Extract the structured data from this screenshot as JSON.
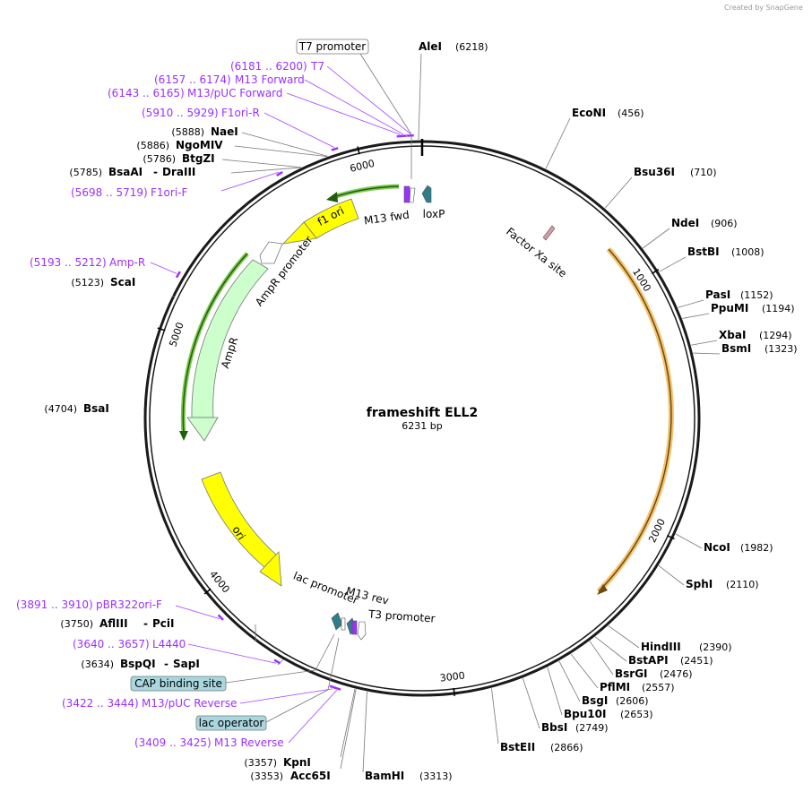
{
  "credit": "Created by SnapGene",
  "plasmid": {
    "name": "frameshift ELL2",
    "size_label": "6231 bp",
    "total_bp": 6231
  },
  "ticks": [
    {
      "bp": 1000,
      "label": "1000"
    },
    {
      "bp": 2000,
      "label": "2000"
    },
    {
      "bp": 3000,
      "label": "3000"
    },
    {
      "bp": 4000,
      "label": "4000"
    },
    {
      "bp": 5000,
      "label": "5000"
    },
    {
      "bp": 6000,
      "label": "6000"
    }
  ],
  "sites_right": [
    {
      "name": "AleI",
      "pos": "(6218)",
      "bp": 6218
    },
    {
      "name": "EcoNI",
      "pos": "(456)",
      "bp": 456
    },
    {
      "name": "Bsu36I",
      "pos": "(710)",
      "bp": 710
    },
    {
      "name": "NdeI",
      "pos": "(906)",
      "bp": 906
    },
    {
      "name": "BstBI",
      "pos": "(1008)",
      "bp": 1008
    },
    {
      "name": "PasI",
      "pos": "(1152)",
      "bp": 1152
    },
    {
      "name": "PpuMI",
      "pos": "(1194)",
      "bp": 1194
    },
    {
      "name": "XbaI",
      "pos": "(1294)",
      "bp": 1294
    },
    {
      "name": "BsmI",
      "pos": "(1323)",
      "bp": 1323
    },
    {
      "name": "NcoI",
      "pos": "(1982)",
      "bp": 1982
    },
    {
      "name": "SphI",
      "pos": "(2110)",
      "bp": 2110
    },
    {
      "name": "HindIII",
      "pos": "(2390)",
      "bp": 2390
    },
    {
      "name": "BstAPI",
      "pos": "(2451)",
      "bp": 2451
    },
    {
      "name": "BsrGI",
      "pos": "(2476)",
      "bp": 2476
    },
    {
      "name": "PflMI",
      "pos": "(2557)",
      "bp": 2557
    },
    {
      "name": "BsgI",
      "pos": "(2606)",
      "bp": 2606
    },
    {
      "name": "Bpu10I",
      "pos": "(2653)",
      "bp": 2653
    },
    {
      "name": "BbsI",
      "pos": "(2749)",
      "bp": 2749
    },
    {
      "name": "BstEII",
      "pos": "(2866)",
      "bp": 2866
    },
    {
      "name": "BamHI",
      "pos": "(3313)",
      "bp": 3313
    }
  ],
  "sites_left": [
    {
      "name": "Acc65I",
      "pos": "(3353)",
      "bp": 3353
    },
    {
      "name": "KpnI",
      "pos": "(3357)",
      "bp": 3357
    },
    {
      "name": "BspQI",
      "name2": "SapI",
      "pos": "(3634)",
      "bp": 3634
    },
    {
      "name": "AflIII",
      "name2": "PciI",
      "pos": "(3750)",
      "bp": 3750
    },
    {
      "name": "BsaI",
      "pos": "(4704)",
      "bp": 4704
    },
    {
      "name": "ScaI",
      "pos": "(5123)",
      "bp": 5123
    },
    {
      "name": "BsaAI",
      "name2": "DraIII",
      "pos": "(5785)",
      "bp": 5785
    },
    {
      "name": "BtgZI",
      "pos": "(5786)",
      "bp": 5786
    },
    {
      "name": "NgoMIV",
      "pos": "(5886)",
      "bp": 5886
    },
    {
      "name": "NaeI",
      "pos": "(5888)",
      "bp": 5888
    }
  ],
  "primers": [
    {
      "range": "(6181 .. 6200)",
      "name": "T7",
      "bp": 6190
    },
    {
      "range": "(6157 .. 6174)",
      "name": "M13 Forward",
      "bp": 6165
    },
    {
      "range": "(6143 .. 6165)",
      "name": "M13/pUC Forward",
      "bp": 6154
    },
    {
      "range": "(5910 .. 5929)",
      "name": "F1ori-R",
      "bp": 5920
    },
    {
      "range": "(5698 .. 5719)",
      "name": "F1ori-F",
      "bp": 5708
    },
    {
      "range": "(5193 .. 5212)",
      "name": "Amp-R",
      "bp": 5202
    },
    {
      "range": "(3891 .. 3910)",
      "name": "pBR322ori-F",
      "bp": 3900
    },
    {
      "range": "(3640 .. 3657)",
      "name": "L4440",
      "bp": 3648
    },
    {
      "range": "(3422 .. 3444)",
      "name": "M13/pUC Reverse",
      "bp": 3433
    },
    {
      "range": "(3409 .. 3425)",
      "name": "M13 Reverse",
      "bp": 3417
    }
  ],
  "boxed_features": [
    {
      "label": "T7 promoter"
    },
    {
      "label": "CAP binding site"
    },
    {
      "label": "lac operator"
    }
  ],
  "features": {
    "f1_ori": "f1 ori",
    "ampr_promoter": "AmpR promoter",
    "ampr": "AmpR",
    "ori": "ori",
    "m13_fwd": "M13 fwd",
    "loxp": "loxP",
    "factor_xa": "Factor Xa site",
    "lac_promoter": "lac promoter",
    "m13_rev": "M13 rev",
    "t3_promoter": "T3 promoter"
  },
  "colors": {
    "backbone": "#1a1a1a",
    "primer": "#9b30ff",
    "f1_ori": "#ffff00",
    "ori": "#ffff00",
    "ampr": "#ccffcc",
    "orf": "#f5c26b",
    "loxp": "#2e7d8c",
    "boxed_fill": "#a9d7e0"
  }
}
